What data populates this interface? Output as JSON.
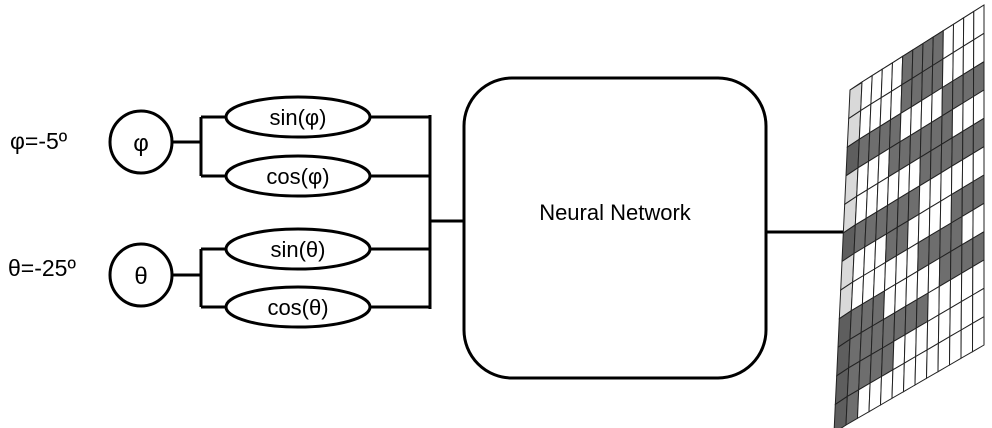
{
  "inputs": {
    "phi": {
      "value_label": "φ=-5º",
      "node_symbol": "φ",
      "sin_label": "sin(φ)",
      "cos_label": "cos(φ)"
    },
    "theta": {
      "value_label": "θ=-25º",
      "node_symbol": "θ",
      "sin_label": "sin(θ)",
      "cos_label": "cos(θ)"
    }
  },
  "network": {
    "label": "Neural Network"
  },
  "output_grid": {
    "rows": 12,
    "cols": 12,
    "colors": {
      "filled": "#6e6e6e",
      "empty": "#ffffff",
      "stroke": "#222222"
    },
    "filled_cells": [
      [
        0,
        4
      ],
      [
        0,
        5
      ],
      [
        0,
        6
      ],
      [
        0,
        7
      ],
      [
        1,
        4
      ],
      [
        1,
        5
      ],
      [
        1,
        6
      ],
      [
        1,
        7
      ],
      [
        2,
        0
      ],
      [
        2,
        1
      ],
      [
        2,
        2
      ],
      [
        2,
        3
      ],
      [
        2,
        8
      ],
      [
        2,
        9
      ],
      [
        2,
        10
      ],
      [
        2,
        11
      ],
      [
        3,
        3
      ],
      [
        3,
        4
      ],
      [
        3,
        5
      ],
      [
        3,
        6
      ],
      [
        3,
        7
      ],
      [
        3,
        8
      ],
      [
        4,
        6
      ],
      [
        4,
        7
      ],
      [
        4,
        8
      ],
      [
        4,
        9
      ],
      [
        4,
        10
      ],
      [
        4,
        11
      ],
      [
        5,
        0
      ],
      [
        5,
        1
      ],
      [
        5,
        2
      ],
      [
        5,
        3
      ],
      [
        5,
        4
      ],
      [
        5,
        5
      ],
      [
        6,
        3
      ],
      [
        6,
        4
      ],
      [
        6,
        9
      ],
      [
        6,
        10
      ],
      [
        6,
        11
      ],
      [
        7,
        6
      ],
      [
        7,
        7
      ],
      [
        7,
        8
      ],
      [
        7,
        9
      ],
      [
        8,
        0
      ],
      [
        8,
        1
      ],
      [
        8,
        2
      ],
      [
        8,
        8
      ],
      [
        8,
        9
      ],
      [
        8,
        10
      ],
      [
        8,
        11
      ],
      [
        9,
        0
      ],
      [
        9,
        1
      ],
      [
        9,
        2
      ],
      [
        9,
        3
      ],
      [
        9,
        4
      ],
      [
        9,
        5
      ],
      [
        9,
        6
      ],
      [
        10,
        0
      ],
      [
        10,
        1
      ],
      [
        10,
        2
      ],
      [
        10,
        3
      ],
      [
        11,
        0
      ]
    ]
  }
}
